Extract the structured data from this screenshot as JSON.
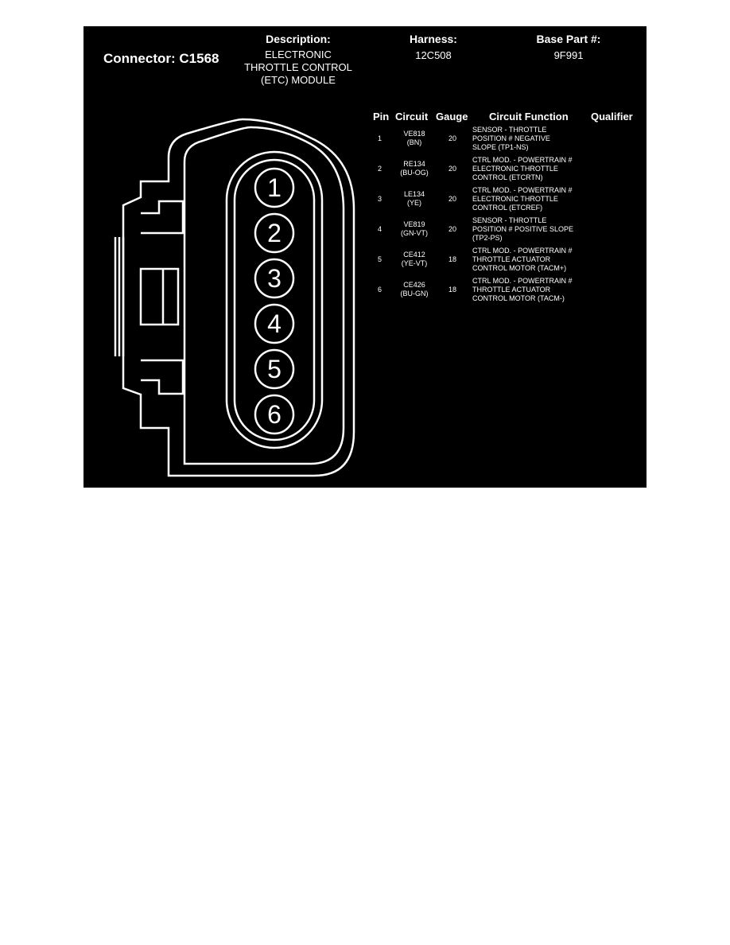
{
  "connector": {
    "title": "Connector: C1568",
    "description_label": "Description:",
    "description_value": "ELECTRONIC\nTHROTTLE CONTROL\n(ETC) MODULE",
    "harness_label": "Harness:",
    "harness_value": "12C508",
    "base_part_label": "Base Part #:",
    "base_part_value": "9F991"
  },
  "table": {
    "headers": {
      "pin": "Pin",
      "circuit": "Circuit",
      "gauge": "Gauge",
      "function": "Circuit Function",
      "qualifier": "Qualifier"
    },
    "rows": [
      {
        "pin": "1",
        "circuit": "VE818\n(BN)",
        "gauge": "20",
        "function": "SENSOR - THROTTLE\nPOSITION # NEGATIVE\nSLOPE (TP1-NS)",
        "qualifier": ""
      },
      {
        "pin": "2",
        "circuit": "RE134\n(BU-OG)",
        "gauge": "20",
        "function": "CTRL MOD. - POWERTRAIN #\nELECTRONIC THROTTLE\nCONTROL (ETCRTN)",
        "qualifier": ""
      },
      {
        "pin": "3",
        "circuit": "LE134\n(YE)",
        "gauge": "20",
        "function": "CTRL MOD. - POWERTRAIN #\nELECTRONIC THROTTLE\nCONTROL (ETCREF)",
        "qualifier": ""
      },
      {
        "pin": "4",
        "circuit": "VE819\n(GN-VT)",
        "gauge": "20",
        "function": "SENSOR - THROTTLE\nPOSITION # POSITIVE SLOPE\n(TP2-PS)",
        "qualifier": ""
      },
      {
        "pin": "5",
        "circuit": "CE412\n(YE-VT)",
        "gauge": "18",
        "function": "CTRL MOD. - POWERTRAIN #\nTHROTTLE ACTUATOR\nCONTROL MOTOR (TACM+)",
        "qualifier": ""
      },
      {
        "pin": "6",
        "circuit": "CE426\n(BU-GN)",
        "gauge": "18",
        "function": "CTRL MOD. - POWERTRAIN #\nTHROTTLE ACTUATOR\nCONTROL MOTOR (TACM-)",
        "qualifier": ""
      }
    ]
  },
  "diagram": {
    "pin_numbers": [
      "1",
      "2",
      "3",
      "4",
      "5",
      "6"
    ]
  }
}
